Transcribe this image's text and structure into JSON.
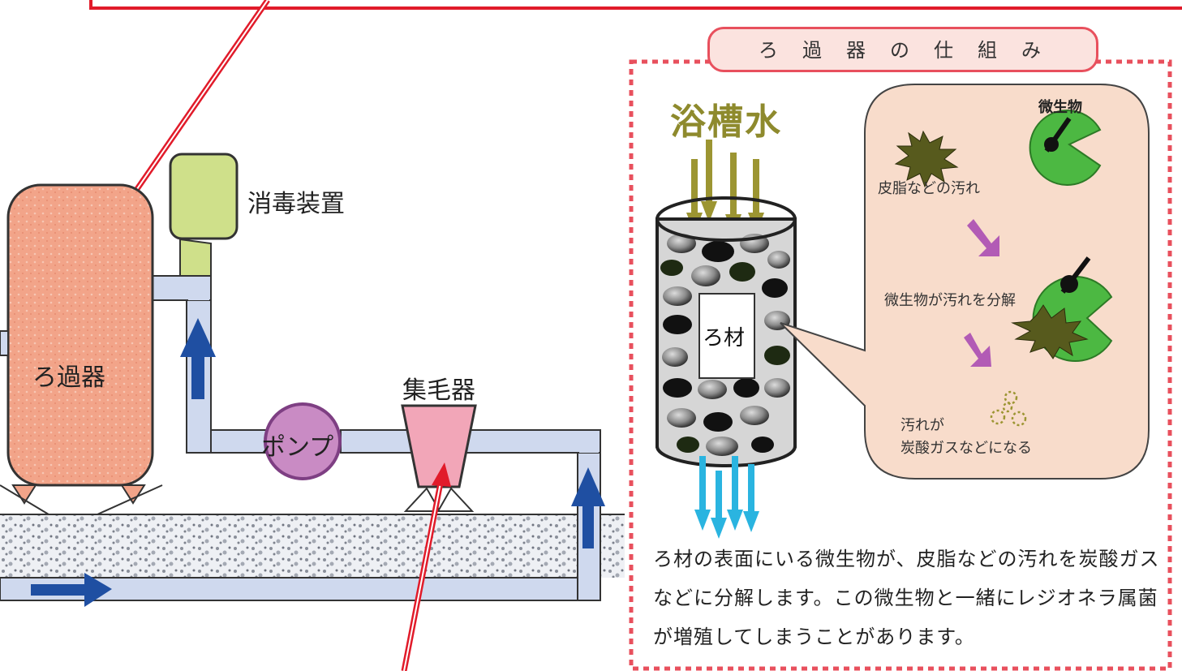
{
  "left": {
    "filter_label": "ろ過器",
    "disinfect_label": "消毒装置",
    "pump_label": "ポンプ",
    "hair_catcher_label": "集毛器"
  },
  "right": {
    "title": "ろ過器の仕組み",
    "bath_water": "浴槽水",
    "media_label": "ろ材",
    "microbe_label": "微生物",
    "step1": "皮脂などの汚れ",
    "step2": "微生物が汚れを分解",
    "step3_line1": "汚れが",
    "step3_line2": "炭酸ガスなどになる",
    "description": "ろ材の表面にいる微生物が、皮脂などの汚れを炭酸ガスなどに分解します。この微生物と一緒にレジオネラ属菌が増殖してしまうことがあります。"
  },
  "colors": {
    "red_frame": "#e11b2a",
    "filter_fill": "#f2a489",
    "disinfect_fill": "#cfe08a",
    "pipe_fill": "#cfd9ee",
    "pipe_stroke": "#333333",
    "pump_fill": "#c98bc4",
    "pump_stroke": "#7e3f83",
    "hair_fill": "#f2a6b8",
    "flow_arrow": "#1f4fa2",
    "olive_arrow": "#9c9532",
    "cyan_arrow": "#2ab4e0",
    "purple_arrow": "#b25bb5",
    "panel_fill": "#f8dccb",
    "microbe_green": "#4cb842",
    "dirt_green": "#575a1d",
    "dashed_border": "#e8505d"
  }
}
